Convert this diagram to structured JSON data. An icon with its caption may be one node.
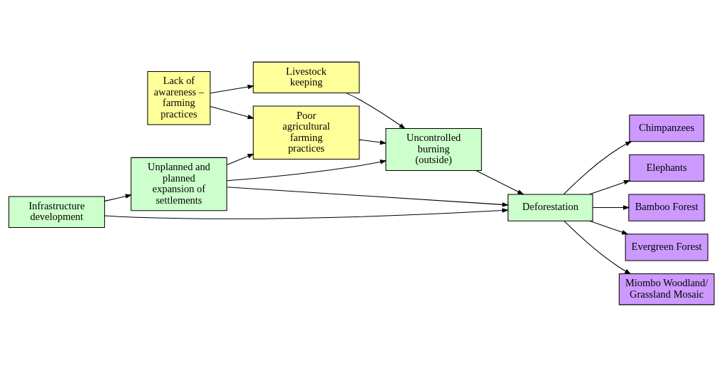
{
  "diagram": {
    "nodes": [
      {
        "text": [
          "Lack of awareness – farming practices"
        ]
      },
      {
        "text": [
          "Poor agricultural farming practices"
        ]
      },
      {
        "text": [
          "Livestock keeping"
        ]
      },
      {
        "text": [
          "Infrastructure development"
        ]
      },
      {
        "text": [
          "Unplanned and planned expansion of settlements"
        ]
      },
      {
        "text": [
          "Uncontrolled burning (outside)"
        ]
      },
      {
        "text": [
          "Deforestation"
        ]
      },
      {
        "text": [
          "Chimpanzees"
        ]
      },
      {
        "text": [
          "Elephants"
        ]
      },
      {
        "text": [
          "Bamboo Forest"
        ]
      },
      {
        "text": [
          "Evergreen Forest"
        ]
      },
      {
        "text": [
          "Miombo Woodland/ Grassland Mosaic"
        ]
      }
    ],
    "edges": [
      {
        "from": 0,
        "to": 1,
        "arrow": "to"
      },
      {
        "from": 0,
        "to": 2,
        "arrow": "to"
      },
      {
        "from": 3,
        "to": 4,
        "arrow": "to"
      },
      {
        "from": 3,
        "to": 6,
        "arrow": "to"
      },
      {
        "from": 4,
        "to": 1,
        "arrow": "to"
      },
      {
        "from": 4,
        "to": 5,
        "arrow": "to"
      },
      {
        "from": 4,
        "to": 6,
        "arrow": "to"
      },
      {
        "from": 1,
        "to": 5,
        "arrow": "to"
      },
      {
        "from": 2,
        "to": 5,
        "arrow": "to"
      },
      {
        "from": 5,
        "to": 6,
        "arrow": "to"
      },
      {
        "from": 6,
        "to": 7,
        "arrow": "to"
      },
      {
        "from": 6,
        "to": 8,
        "arrow": "to"
      },
      {
        "from": 6,
        "to": 9,
        "arrow": "to"
      },
      {
        "from": 6,
        "to": 10,
        "arrow": "to"
      },
      {
        "from": 6,
        "to": 11,
        "arrow": "to"
      }
    ]
  }
}
